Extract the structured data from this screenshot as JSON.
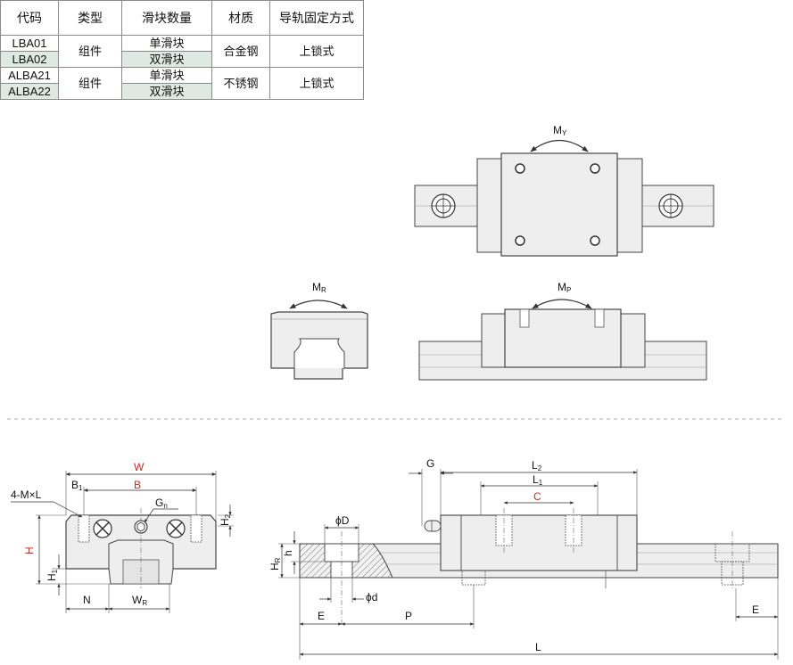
{
  "table": {
    "headers": [
      "代码",
      "类型",
      "滑块数量",
      "材质",
      "导轨固定方式"
    ],
    "groups": [
      {
        "codes": [
          "LBA01",
          "LBA02"
        ],
        "type": "组件",
        "blocks": [
          "单滑块",
          "双滑块"
        ],
        "material": "合金钢",
        "mount": "上锁式"
      },
      {
        "codes": [
          "ALBA21",
          "ALBA22"
        ],
        "type": "组件",
        "blocks": [
          "单滑块",
          "双滑块"
        ],
        "material": "不锈钢",
        "mount": "上锁式"
      }
    ]
  },
  "moments": {
    "my": {
      "main": "M",
      "sub": "Y"
    },
    "mr": {
      "main": "M",
      "sub": "R"
    },
    "mp": {
      "main": "M",
      "sub": "P"
    }
  },
  "dims": {
    "W": "W",
    "B": "B",
    "B1": {
      "main": "B",
      "sub": "1"
    },
    "mxl": "4-M×L",
    "Gn": {
      "main": "G",
      "sub": "n"
    },
    "H": "H",
    "H1": {
      "main": "H",
      "sub": "1"
    },
    "H2": {
      "main": "H",
      "sub": "2"
    },
    "N": "N",
    "WR": {
      "main": "W",
      "sub": "R"
    },
    "G": "G",
    "L2": {
      "main": "L",
      "sub": "2"
    },
    "L1": {
      "main": "L",
      "sub": "1"
    },
    "C": "C",
    "phiD": "ϕD",
    "phid": "ϕd",
    "HR": {
      "main": "H",
      "sub": "R"
    },
    "h": "h",
    "E_left": "E",
    "P": "P",
    "E_right": "E",
    "L": "L"
  },
  "colors": {
    "accent": "#d9261c",
    "shade": "#dfe9e3",
    "part": "#eeeeee",
    "line": "#333333"
  }
}
